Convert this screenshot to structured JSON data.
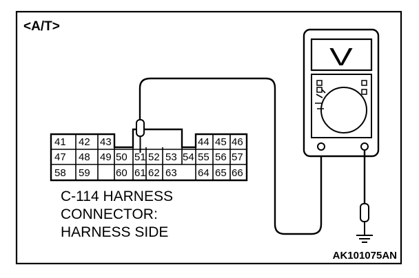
{
  "header": {
    "label": "<A/T>"
  },
  "connector": {
    "rows": [
      [
        "41",
        "42",
        "43",
        "44",
        "45",
        "46"
      ],
      [
        "47",
        "48",
        "49",
        "50",
        "51",
        "52",
        "53",
        "54",
        "55",
        "56",
        "57"
      ],
      [
        "58",
        "59",
        "60",
        "61",
        "62",
        "63",
        "64",
        "65",
        "66"
      ]
    ],
    "caption": [
      "C-114 HARNESS",
      "CONNECTOR:",
      "HARNESS SIDE"
    ]
  },
  "meter": {
    "display_symbol": "V"
  },
  "figure_code": "AK101075AN"
}
